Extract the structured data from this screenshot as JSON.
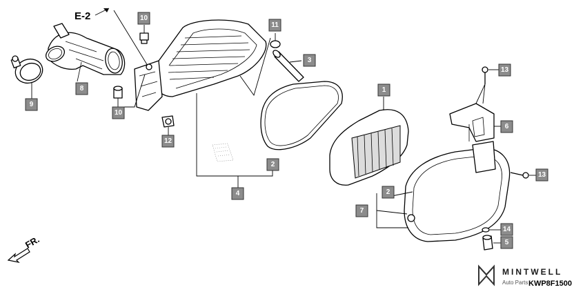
{
  "ref_label": "E-2",
  "direction_label": "FR.",
  "callouts": [
    "1",
    "2",
    "2",
    "3",
    "4",
    "5",
    "6",
    "7",
    "8",
    "9",
    "10",
    "10",
    "11",
    "12",
    "13",
    "13",
    "14"
  ],
  "brand": {
    "name": "MINTWELL",
    "sub": "Auto Parts"
  },
  "diagram_code": "KWP8F1500"
}
